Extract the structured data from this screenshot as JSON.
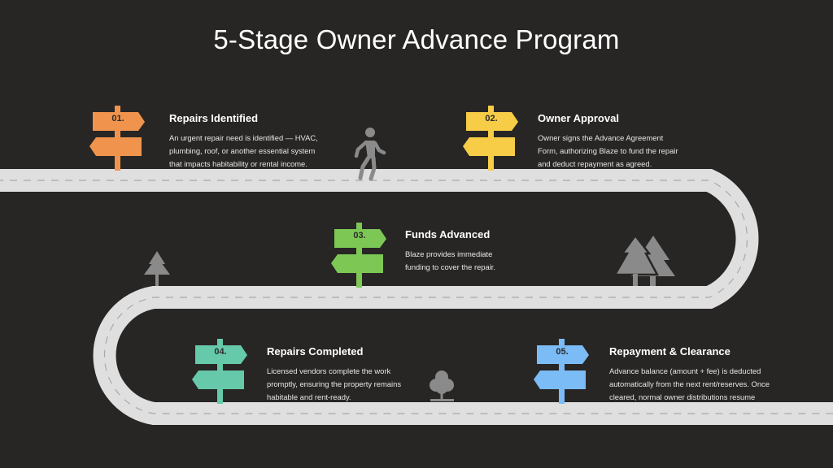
{
  "title": "5-Stage Owner Advance Program",
  "colors": {
    "background": "#282625",
    "road": "#e3e3e3",
    "road_dash": "#a9a9a9",
    "icon_gray": "#8a8a8a"
  },
  "stages": [
    {
      "number": "01.",
      "title": "Repairs Identified",
      "description_lines": [
        "An urgent repair need is identified — HVAC,",
        "plumbing, roof, or another essential system",
        "that impacts habitability or rental income."
      ],
      "color": "#f0944d"
    },
    {
      "number": "02.",
      "title": "Owner Approval",
      "description_lines": [
        "Owner signs the Advance Agreement",
        "Form, authorizing Blaze to fund the repair",
        "and deduct repayment as agreed."
      ],
      "color": "#f7cd48"
    },
    {
      "number": "03.",
      "title": "Funds Advanced",
      "description_lines": [
        "Blaze provides immediate",
        "funding to cover the repair."
      ],
      "color": "#7dc855"
    },
    {
      "number": "04.",
      "title": "Repairs Completed",
      "description_lines": [
        "Licensed vendors complete the work",
        "promptly, ensuring the property remains",
        "habitable and rent-ready."
      ],
      "color": "#66c9aa"
    },
    {
      "number": "05.",
      "title": "Repayment & Clearance",
      "description_lines": [
        "Advance balance (amount + fee) is deducted",
        "automatically from the next rent/reserves. Once",
        "cleared, normal owner distributions resume"
      ],
      "color": "#7bbcf7"
    }
  ],
  "decorations": [
    "walking-person-icon",
    "pine-tree-icon",
    "twin-pine-trees-icon",
    "round-tree-icon"
  ]
}
